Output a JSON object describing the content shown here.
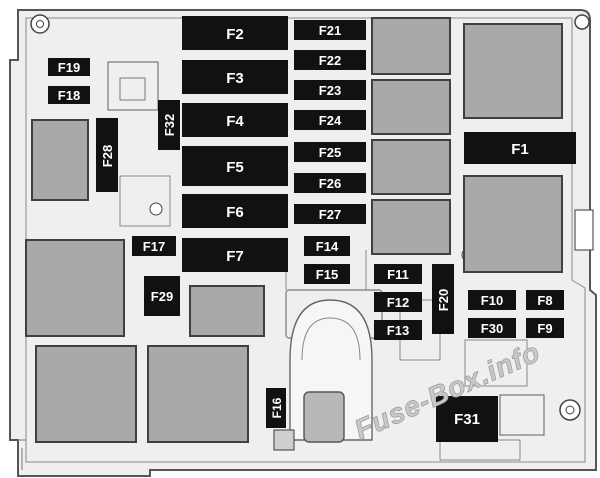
{
  "colors": {
    "housing_fill": "#efefef",
    "housing_stroke": "#555555",
    "relay_fill": "#a9a9a9",
    "relay_stroke": "#3f3f3f",
    "fuse_fill": "#111111",
    "fuse_text": "#ffffff",
    "watermark": "#bdbdbd"
  },
  "fuses": {
    "F1": "F1",
    "F2": "F2",
    "F3": "F3",
    "F4": "F4",
    "F5": "F5",
    "F6": "F6",
    "F7": "F7",
    "F8": "F8",
    "F9": "F9",
    "F10": "F10",
    "F11": "F11",
    "F12": "F12",
    "F13": "F13",
    "F14": "F14",
    "F15": "F15",
    "F16": "F16",
    "F17": "F17",
    "F18": "F18",
    "F19": "F19",
    "F20": "F20",
    "F21": "F21",
    "F22": "F22",
    "F23": "F23",
    "F24": "F24",
    "F25": "F25",
    "F26": "F26",
    "F27": "F27",
    "F28": "F28",
    "F29": "F29",
    "F30": "F30",
    "F31": "F31",
    "F32": "F32"
  },
  "watermark": "Fuse-Box.info"
}
